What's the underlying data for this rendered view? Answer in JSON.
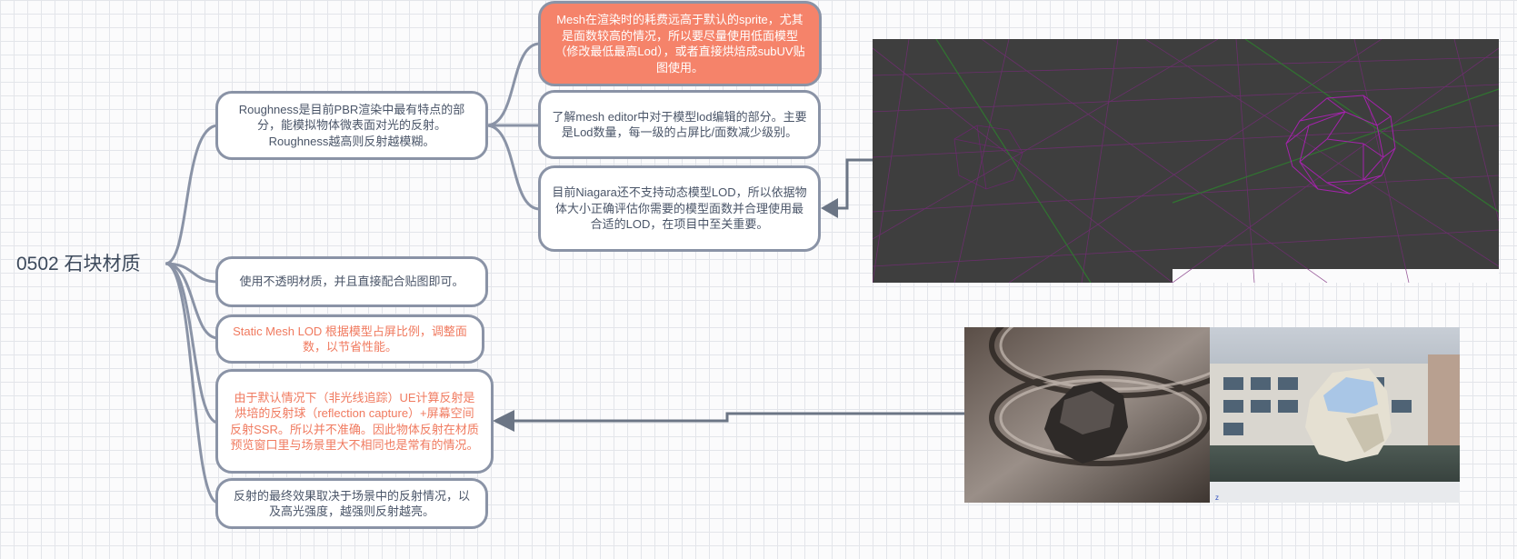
{
  "root": {
    "title": "0502 石块材质"
  },
  "branches": [
    {
      "id": "roughness",
      "text": "Roughness是目前PBR渲染中最有特点的部分，能模拟物体微表面对光的反射。Roughness越高则反射越模糊。"
    },
    {
      "id": "opaque",
      "text": "使用不透明材质，并且直接配合贴图即可。"
    },
    {
      "id": "lod",
      "text": "Static Mesh LOD 根据模型占屏比例，调整面数，以节省性能。"
    },
    {
      "id": "reflection",
      "text": "由于默认情况下（非光线追踪）UE计算反射是烘培的反射球（reflection capture）+屏幕空间反射SSR。所以并不准确。因此物体反射在材质预览窗口里与场景里大不相同也是常有的情况。"
    },
    {
      "id": "final",
      "text": "反射的最终效果取决于场景中的反射情况，以及高光强度，越强则反射越亮。"
    }
  ],
  "sub_branches": [
    {
      "id": "mesh-cost",
      "text": "Mesh在渲染时的耗费远高于默认的sprite，尤其是面数较高的情况，所以要尽量使用低面模型（修改最低最高Lod），或者直接烘焙成subUV贴图使用。"
    },
    {
      "id": "mesh-editor",
      "text": "了解mesh editor中对于模型lod编辑的部分。主要是Lod数量，每一级的占屏比/面数减少级别。"
    },
    {
      "id": "niagara",
      "text": "目前Niagara还不支持动态模型LOD，所以依据物体大小正确评估你需要的模型面数并合理使用最合适的LOD，在项目中至关重要。"
    }
  ],
  "colors": {
    "line": "#8a93a6",
    "node_border": "#8a93a6",
    "highlight_text": "#f07a5f",
    "highlight_fill": "#f5836a",
    "arrow": "#6b7585"
  },
  "images": {
    "wireframe": "wireframe-viewport-image",
    "reflection_comparison": "reflection-comparison-image"
  }
}
